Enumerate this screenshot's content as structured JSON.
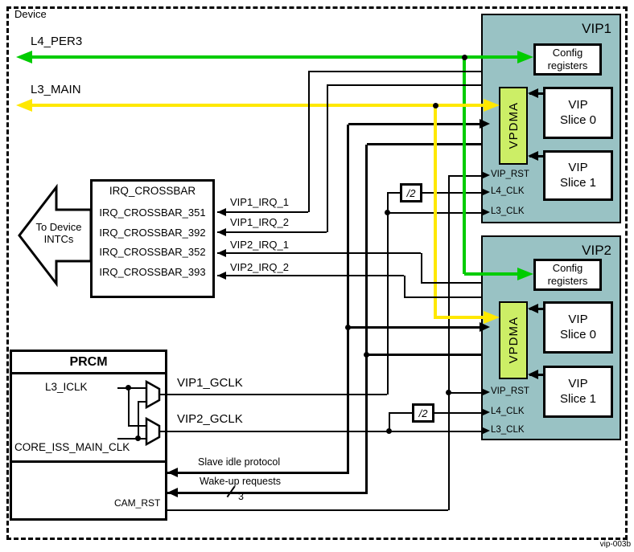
{
  "device": {
    "label": "Device",
    "watermark": "vip-003b"
  },
  "colors": {
    "teal": "#99C2C4",
    "vpdma": "#CCEE66",
    "green": "#00CC00",
    "yellow": "#FFE800"
  },
  "buses": {
    "l4_per3": "L4_PER3",
    "l3_main": "L3_MAIN"
  },
  "crossbar": {
    "title": "IRQ_CROSSBAR",
    "rows": [
      "IRQ_CROSSBAR_351",
      "IRQ_CROSSBAR_392",
      "IRQ_CROSSBAR_352",
      "IRQ_CROSSBAR_393"
    ],
    "to_intcs": [
      "To Device",
      "INTCs"
    ]
  },
  "irq_signals": [
    "VIP1_IRQ_1",
    "VIP1_IRQ_2",
    "VIP2_IRQ_1",
    "VIP2_IRQ_2"
  ],
  "prcm": {
    "title": "PRCM",
    "inputs": {
      "l3_iclk": "L3_ICLK",
      "core_clk": "CORE_ISS_MAIN_CLK"
    },
    "outputs": {
      "vip1_gclk": "VIP1_GCLK",
      "vip2_gclk": "VIP2_GCLK",
      "cam_rst": "CAM_RST"
    },
    "handshakes": {
      "slave_idle": "Slave idle protocol",
      "wakeup": "Wake-up requests",
      "wakeup_width": "3"
    }
  },
  "divider_label": "/2",
  "vip1": {
    "title": "VIP1",
    "config": [
      "Config",
      "registers"
    ],
    "vpdma": "VPDMA",
    "slice0": [
      "VIP",
      "Slice 0"
    ],
    "slice1": [
      "VIP",
      "Slice 1"
    ],
    "ports": [
      "VIP_RST",
      "L4_CLK",
      "L3_CLK"
    ]
  },
  "vip2": {
    "title": "VIP2",
    "config": [
      "Config",
      "registers"
    ],
    "vpdma": "VPDMA",
    "slice0": [
      "VIP",
      "Slice 0"
    ],
    "slice1": [
      "VIP",
      "Slice 1"
    ],
    "ports": [
      "VIP_RST",
      "L4_CLK",
      "L3_CLK"
    ]
  }
}
